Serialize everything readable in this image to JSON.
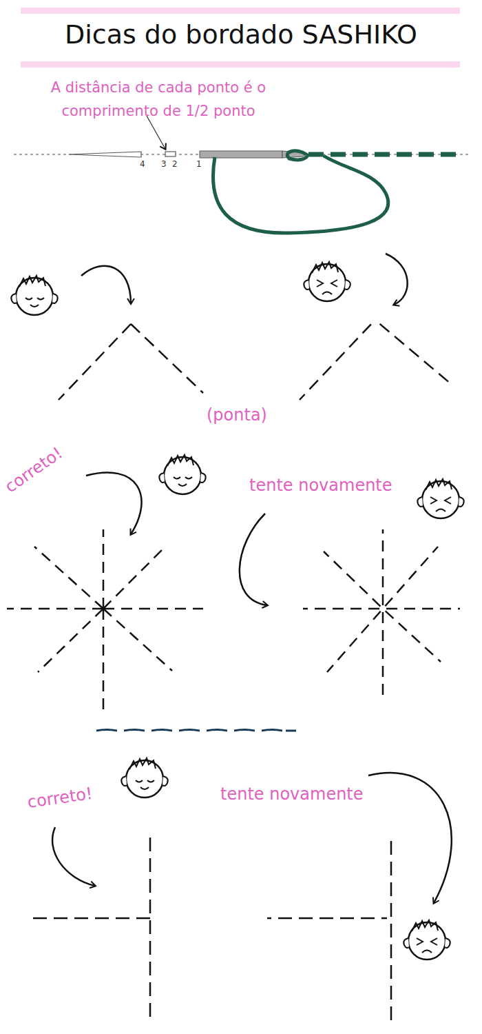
{
  "diagram": {
    "title": "Dicas do bordado SASHIKO",
    "labels": [
      "A distância de cada ponto é o comprimento de 1/2 ponto",
      "4",
      "3",
      "2",
      "1",
      "(ponta)",
      "correto!",
      "tente novamente",
      "correto!",
      "tente novamente"
    ]
  }
}
